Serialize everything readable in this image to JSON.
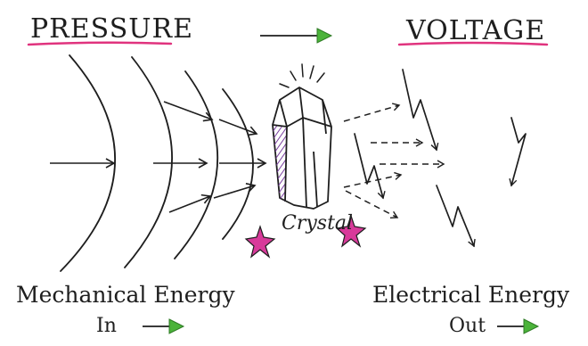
{
  "labels": {
    "pressure": "PRESSURE",
    "voltage": "VOLTAGE",
    "crystal": "Crystal",
    "mechanical_line1": "Mechanical Energy",
    "mechanical_line2": "In",
    "electrical_line1": "Electrical Energy",
    "electrical_line2": "Out"
  },
  "colors": {
    "ink": "#1e1e1e",
    "underline": "#e0337e",
    "arrowhead": "#4bb33a",
    "crystal_shade": "#7a3fa0",
    "star": "#d83a9a"
  }
}
